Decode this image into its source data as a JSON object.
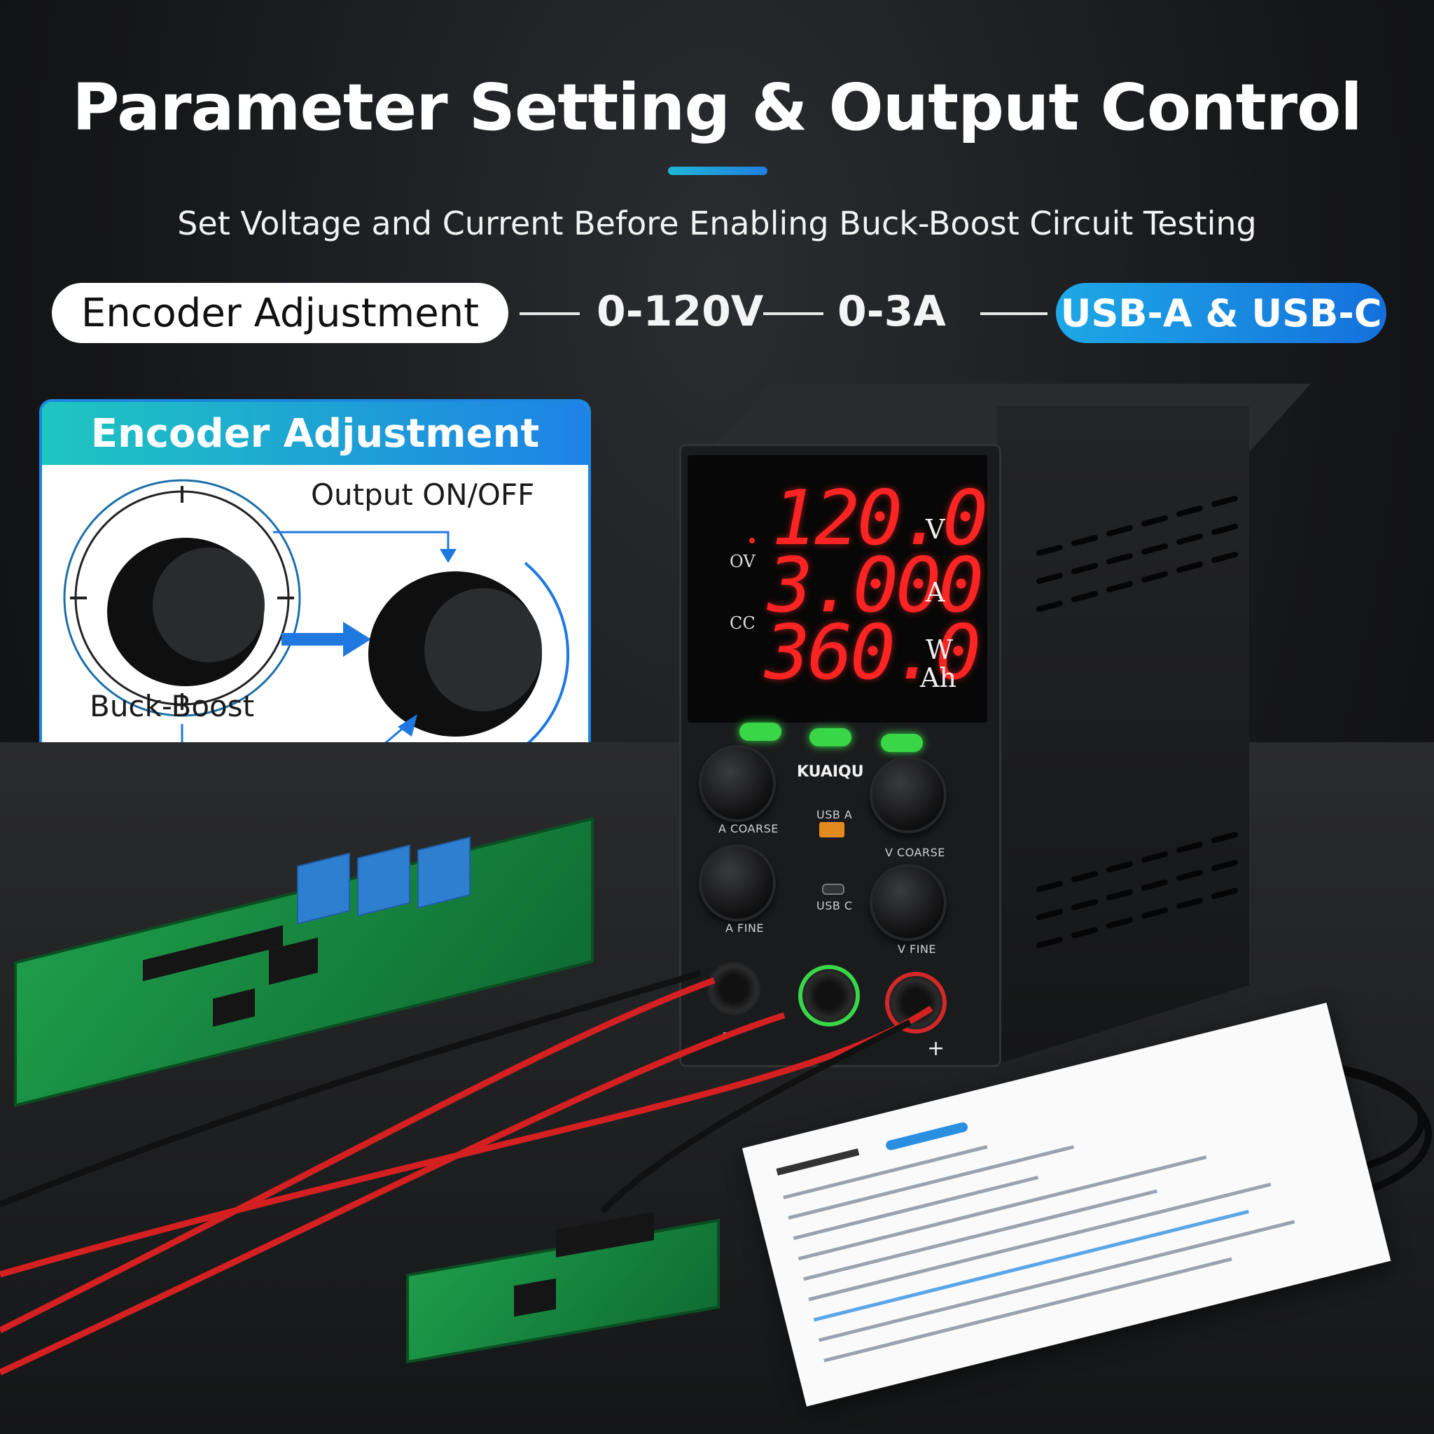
{
  "header": {
    "title": "Parameter Setting & Output Control",
    "subtitle": "Set Voltage and Current Before Enabling Buck-Boost Circuit Testing"
  },
  "features": {
    "encoder": "Encoder Adjustment",
    "voltage": "0-120V",
    "current": "0-3A",
    "usb": "USB-A & USB-C"
  },
  "encoder_card": {
    "title": "Encoder Adjustment",
    "output_label": "Output ON/OFF",
    "buck_boost_label": "Buck-Boost"
  },
  "device": {
    "voltage_reading": "120.0",
    "current_reading": "3.000",
    "power_reading": "360.0",
    "unit_v": "V",
    "unit_a": "A",
    "unit_w": "W",
    "unit_ah": "Ah",
    "mode_ov": "OV",
    "mode_cc": "CC",
    "brand": "KUAIQU",
    "knob_a_coarse": "A COARSE",
    "knob_v_coarse": "V COARSE",
    "knob_a_fine": "A FINE",
    "knob_v_fine": "V FINE",
    "usb_a_label": "USB A",
    "usb_c_label": "USB C",
    "terminal_minus": "−",
    "terminal_plus": "+"
  },
  "colors": {
    "accent_blue": "#1e82e6",
    "accent_teal": "#1ec6c0",
    "display_red": "#ff2424",
    "led_green": "#39d648"
  }
}
